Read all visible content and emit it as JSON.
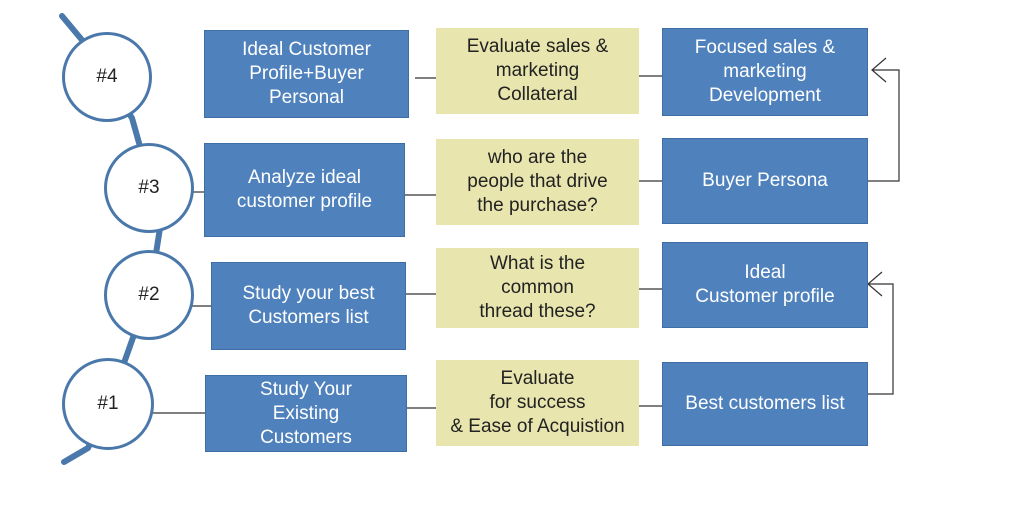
{
  "colors": {
    "blue_box": "#4f81bd",
    "yellow_box": "#e8e6ae",
    "spine": "#4a78aa",
    "connector": "#333333"
  },
  "steps": [
    {
      "badge": "#4",
      "column1": "Ideal Customer\nProfile+Buyer\nPersonal",
      "column2": "Evaluate sales &\nmarketing\nCollateral",
      "column3": "Focused sales &\nmarketing\nDevelopment"
    },
    {
      "badge": "#3",
      "column1": "Analyze ideal\ncustomer profile",
      "column2": "who are the\npeople that drive\nthe purchase?",
      "column3": "Buyer Persona"
    },
    {
      "badge": "#2",
      "column1": "Study your best\nCustomers list",
      "column2": "What is the\ncommon\nthread these?",
      "column3": "Ideal\nCustomer profile"
    },
    {
      "badge": "#1",
      "column1": "Study Your\nExisting\nCustomers",
      "column2": "Evaluate\nfor success\n& Ease of Acquistion",
      "column3": "Best customers list"
    }
  ]
}
